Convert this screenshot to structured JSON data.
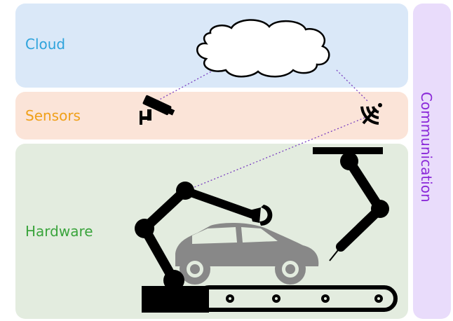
{
  "layers": {
    "cloud": "Cloud",
    "sensors": "Sensors",
    "hardware": "Hardware",
    "communication": "Communication"
  },
  "colors": {
    "cloud_bg": "#dae8f8",
    "sensors_bg": "#fbe4d8",
    "hardware_bg": "#e3ecdf",
    "communication_bg": "#e9dcfb",
    "cloud_text": "#2ea3dc",
    "sensors_text": "#f0a019",
    "hardware_text": "#3aa43c",
    "communication_text": "#8a28d8",
    "link_line": "#7a3fc0"
  },
  "icons": [
    "cloud-icon",
    "security-camera-icon",
    "wireless-antenna-icon",
    "robot-arm-left-icon",
    "robot-arm-right-icon",
    "car-icon",
    "conveyor-belt-icon"
  ]
}
